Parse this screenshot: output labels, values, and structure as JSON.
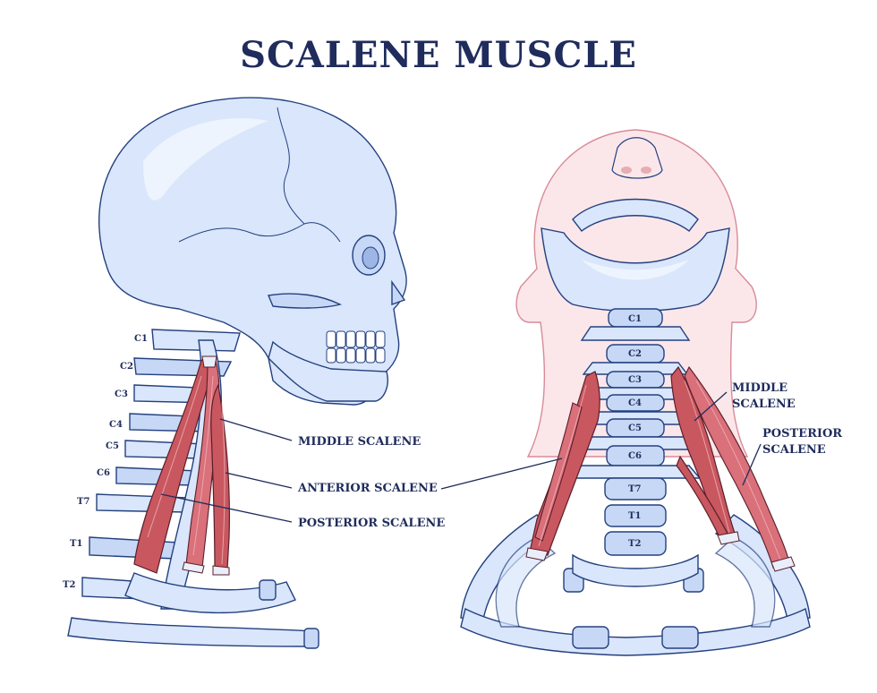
{
  "title": "SCALENE MUSCLE",
  "side_view": {
    "vertebrae_labels": [
      "C1",
      "C2",
      "C3",
      "C4",
      "C5",
      "C6",
      "T7",
      "T1",
      "T2"
    ],
    "callouts": {
      "middle": "MIDDLE SCALENE",
      "anterior": "ANTERIOR SCALENE",
      "posterior": "POSTERIOR SCALENE"
    }
  },
  "front_view": {
    "vertebrae_labels": [
      "C1",
      "C2",
      "C3",
      "C4",
      "C5",
      "C6",
      "T7",
      "T1",
      "T2"
    ],
    "callouts": {
      "middle_line1": "MIDDLE",
      "middle_line2": "SCALENE",
      "posterior_line1": "POSTERIOR",
      "posterior_line2": "SCALENE"
    }
  },
  "colors": {
    "title": "#1f2c5c",
    "bone_fill": "#d9e6fb",
    "bone_outline": "#24407f",
    "muscle": "#c9575f",
    "head_outline": "#d98a98"
  }
}
